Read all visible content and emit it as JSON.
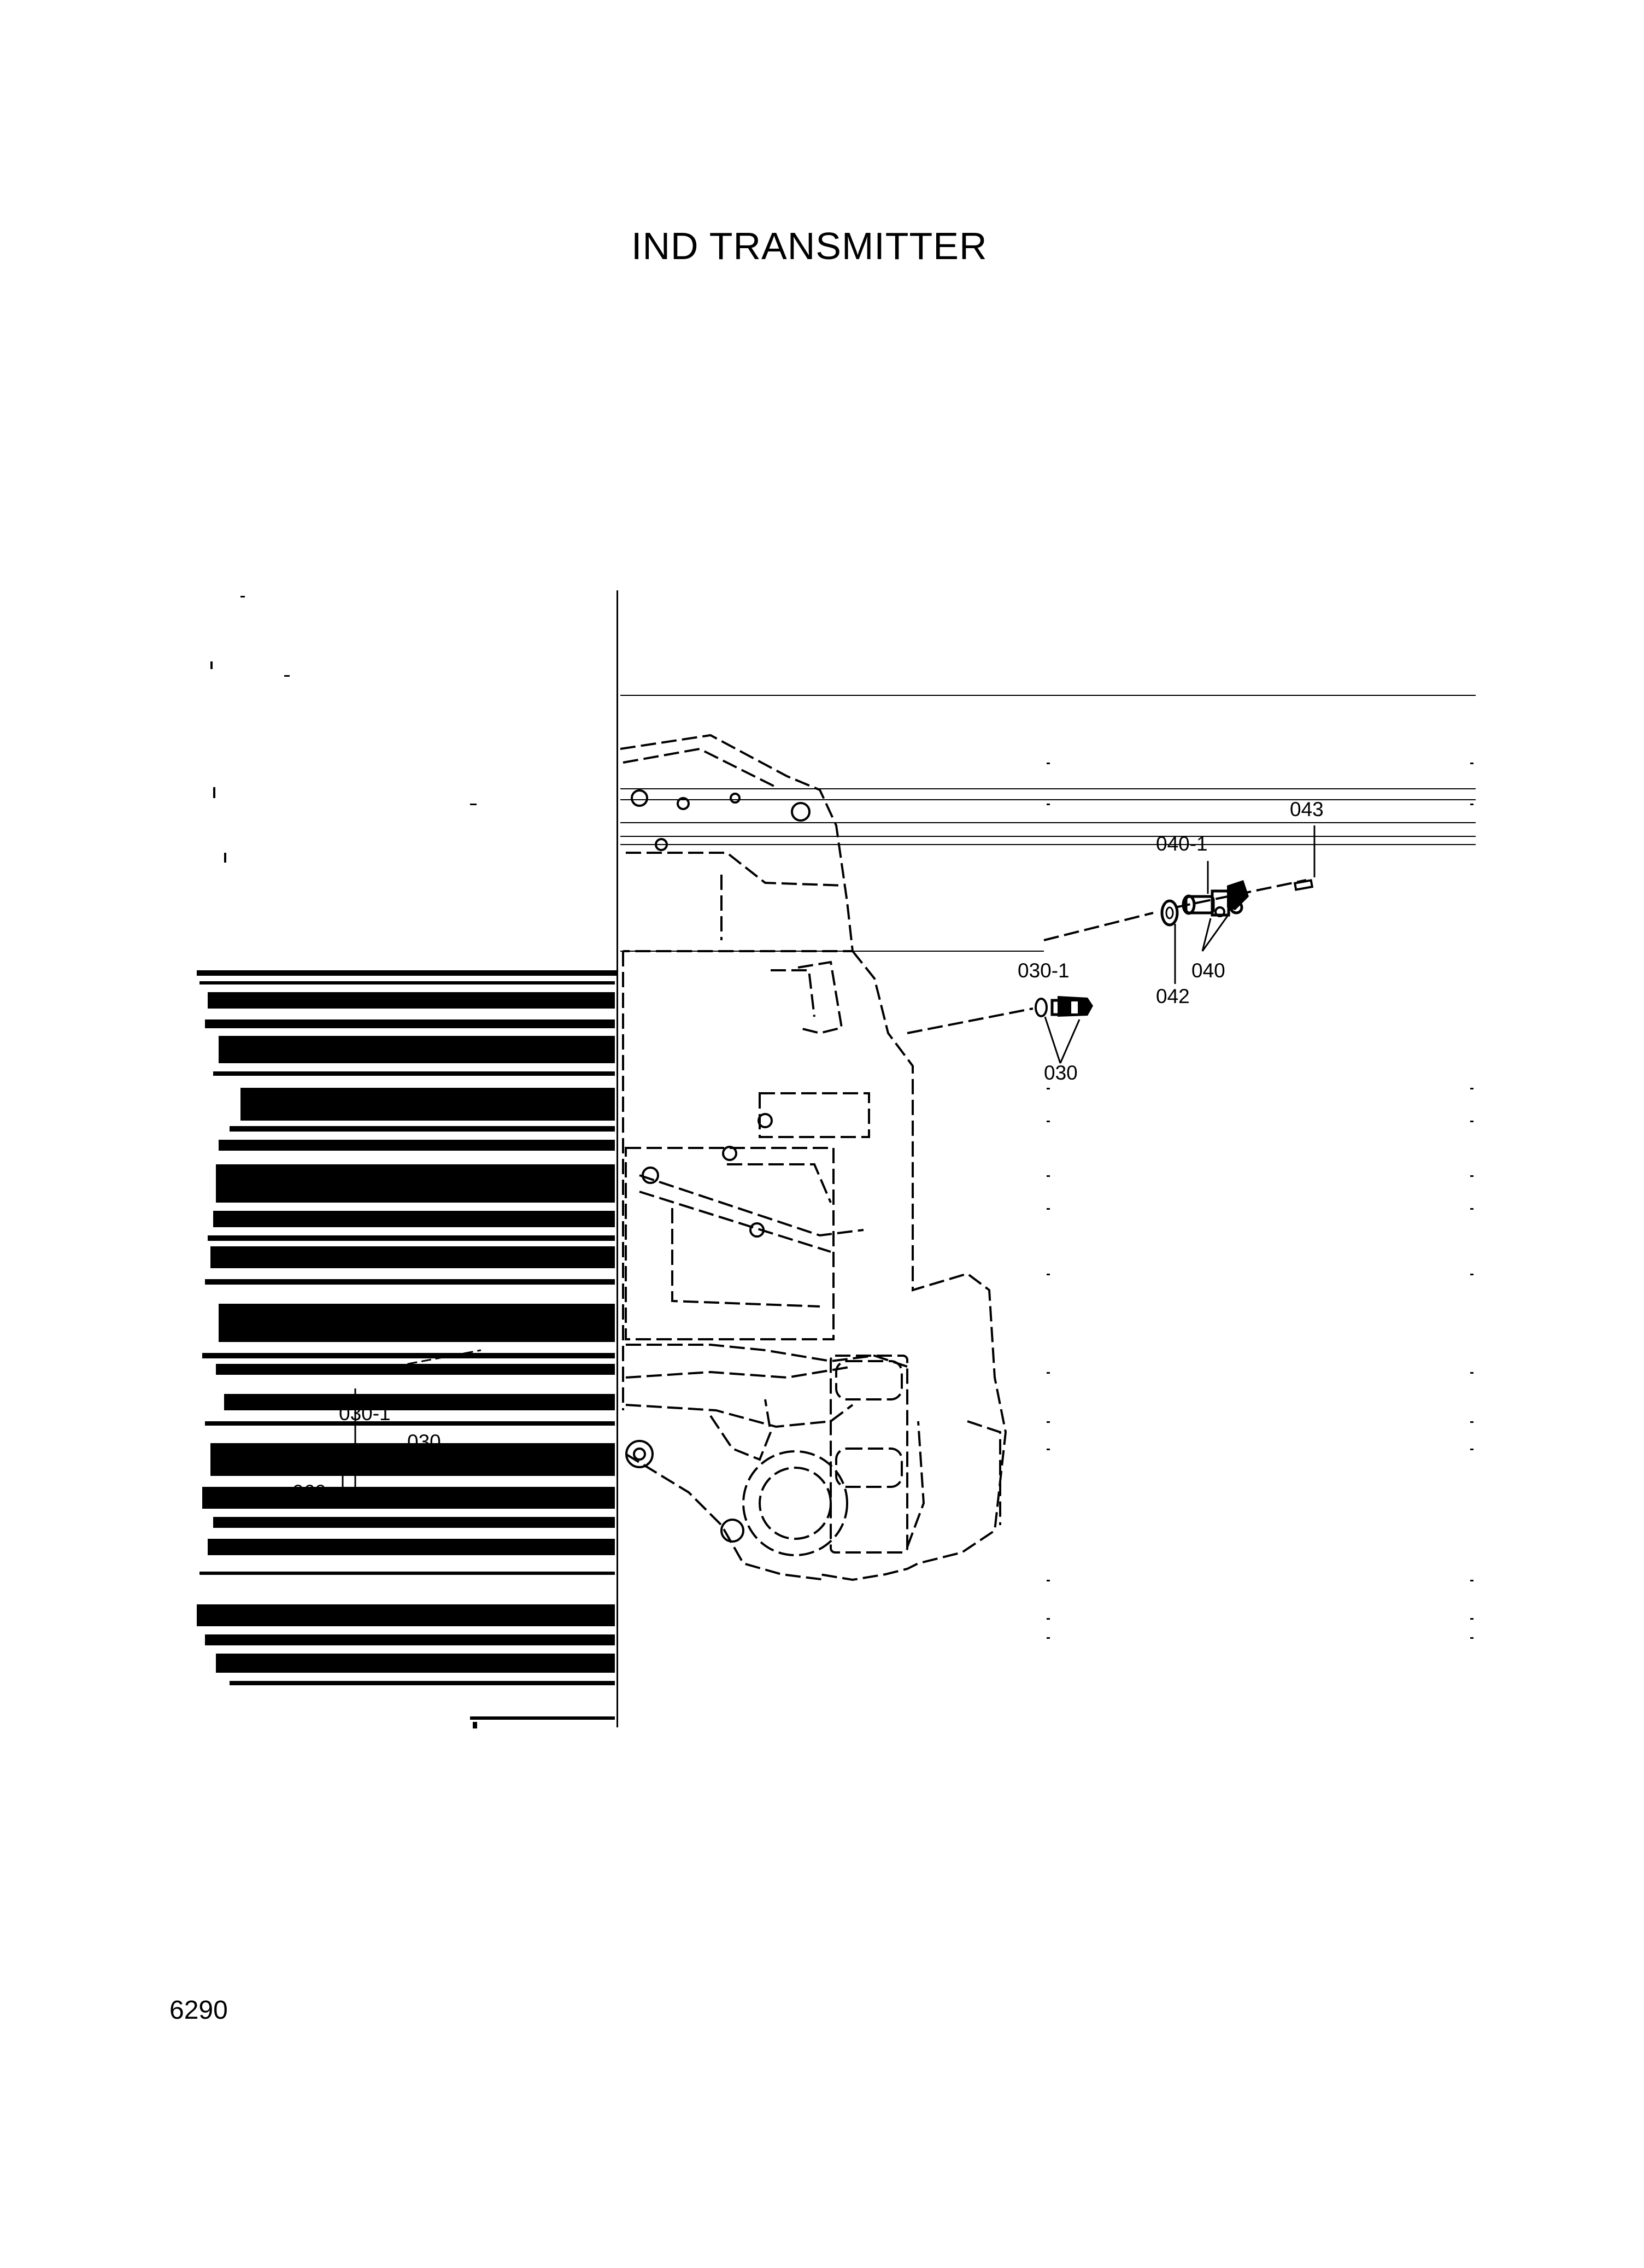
{
  "title": "IND TRANSMITTER",
  "page_number": "6290",
  "callouts": {
    "c043": "043",
    "c040_1": "040-1",
    "c040": "040",
    "c042": "042",
    "c030_1": "030-1",
    "c030": "030",
    "left_030_1": "030-1",
    "left_030": "030",
    "left_060": "060"
  }
}
